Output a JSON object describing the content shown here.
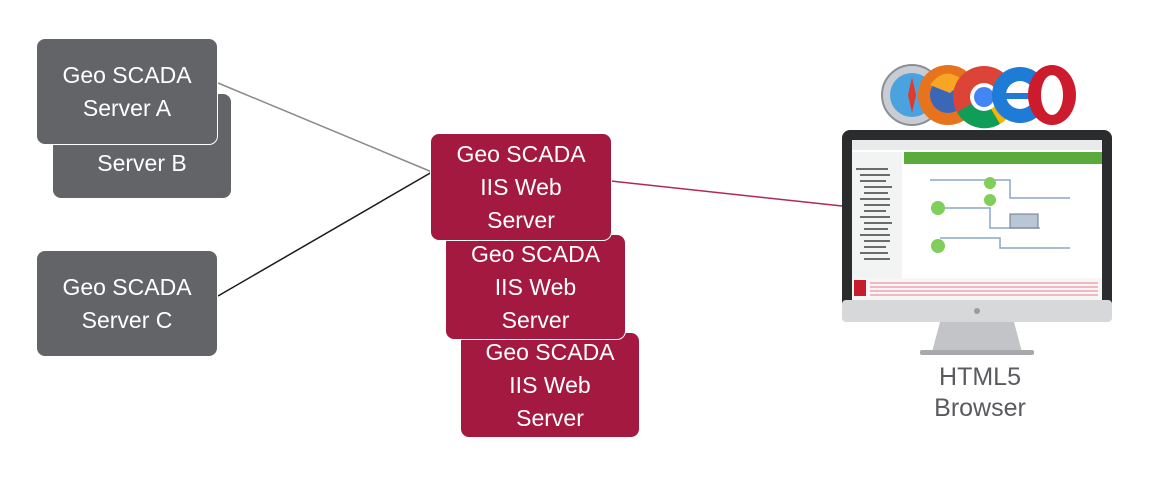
{
  "servers": {
    "server_a": [
      "Geo SCADA",
      "Server A"
    ],
    "server_b": [
      "Server B"
    ],
    "server_c": [
      "Geo SCADA",
      "Server C"
    ]
  },
  "web_servers": [
    [
      "Geo SCADA",
      "IIS Web",
      "Server"
    ],
    [
      "Geo SCADA",
      "IIS Web",
      "Server"
    ],
    [
      "Geo SCADA",
      "IIS Web",
      "Server"
    ]
  ],
  "browser": {
    "caption": [
      "HTML5",
      "Browser"
    ],
    "icons": [
      "safari-icon",
      "firefox-icon",
      "chrome-icon",
      "ie-icon",
      "opera-icon"
    ]
  },
  "colors": {
    "server_box": "#636468",
    "web_server_box": "#a3193f",
    "screen_accent": "#5aaa3c"
  }
}
